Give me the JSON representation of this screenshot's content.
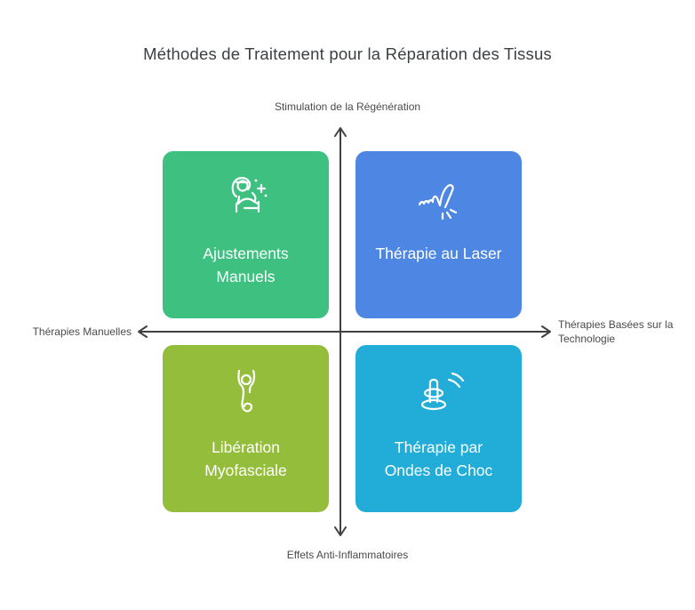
{
  "title": "Méthodes de Traitement pour la Réparation des Tissus",
  "axes": {
    "top": "Stimulation de la Régénération",
    "bottom": "Effets Anti-Inflammatoires",
    "left": "Thérapies Manuelles",
    "right": "Thérapies Basées sur la Technologie"
  },
  "quadrants": [
    {
      "position": "top-left",
      "label": "Ajustements\nManuels",
      "icon": "massage-hands-icon",
      "color": "#3EC081"
    },
    {
      "position": "top-right",
      "label": "Thérapie au Laser",
      "icon": "laser-hand-icon",
      "color": "#4D87E3"
    },
    {
      "position": "bottom-left",
      "label": "Libération\nMyofasciale",
      "icon": "stretch-figure-icon",
      "color": "#94BD3B"
    },
    {
      "position": "bottom-right",
      "label": "Thérapie par\nOndes de Choc",
      "icon": "shockwave-icon",
      "color": "#22ADD8"
    }
  ],
  "colors": {
    "axis": "#404040",
    "title_text": "#3c4043",
    "axis_label_text": "#4a4a4a",
    "card_text": "#ffffff",
    "background": "#ffffff"
  }
}
